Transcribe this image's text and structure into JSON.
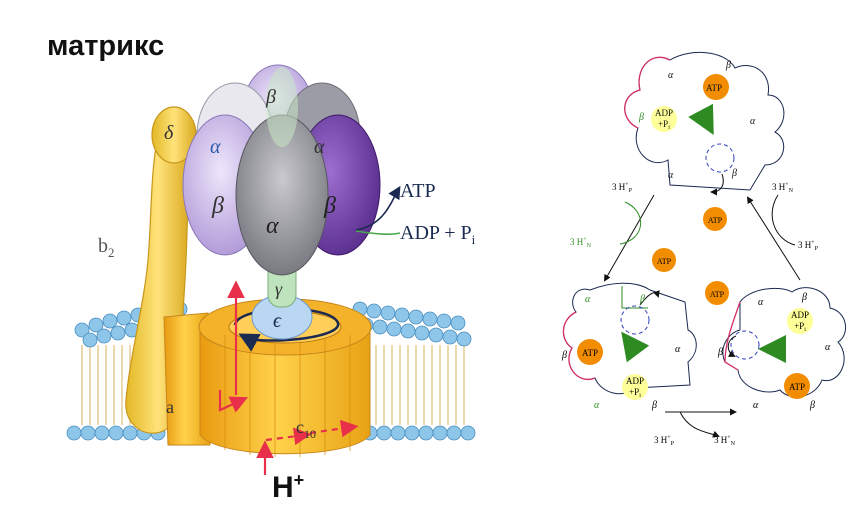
{
  "title": "матрикс",
  "proton_label": "H",
  "proton_charge": "+",
  "synthase": {
    "alpha": "α",
    "beta": "β",
    "gamma": "γ",
    "delta": "δ",
    "epsilon": "ϵ",
    "b2": "b",
    "b2_sub": "2",
    "a": "a",
    "c10": "c",
    "c10_sub": "10",
    "atp_out": "ATP",
    "adp_pi_in": "ADP + P",
    "adp_pi_sub": "i"
  },
  "cycle": {
    "alpha": "α",
    "beta": "β",
    "atp": "ATP",
    "adp_line1": "ADP",
    "adp_line2": "+P",
    "adp_sub": "i",
    "h_coef": "3 H",
    "h_sup": "+",
    "h_p_sub": "P",
    "h_n_sub": "N"
  },
  "colors": {
    "atp_fill": "#f28c00",
    "adp_fill": "#ffff99",
    "green_arrow": "#2e8b22",
    "red_arrow": "#e8304a",
    "membrane_head": "#8ec6ea",
    "c_ring": "#f7bf2e"
  }
}
